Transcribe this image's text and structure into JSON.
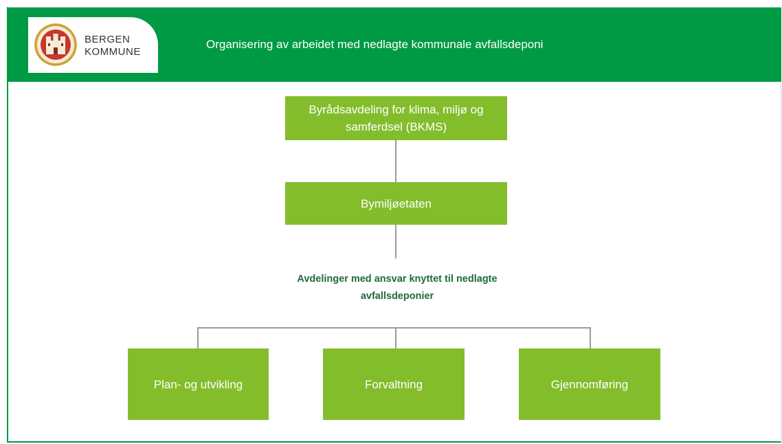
{
  "header": {
    "logo_line1": "BERGEN",
    "logo_line2": "KOMMUNE",
    "title": "Organisering av arbeidet med nedlagte kommunale avfallsdeponi"
  },
  "org_chart": {
    "top": "Byrådsavdeling for klima, miljø og samferdsel (BKMS)",
    "middle": "Bymiljøetaten",
    "group_label": "Avdelinger med ansvar knyttet til nedlagte avfallsdeponier",
    "departments": [
      "Plan- og utvikling",
      "Forvaltning",
      "Gjennomføring"
    ]
  },
  "colors": {
    "header_green": "#009a44",
    "node_green": "#84bd2c",
    "label_green": "#1e6b39",
    "connector": "#9a9a9a"
  }
}
